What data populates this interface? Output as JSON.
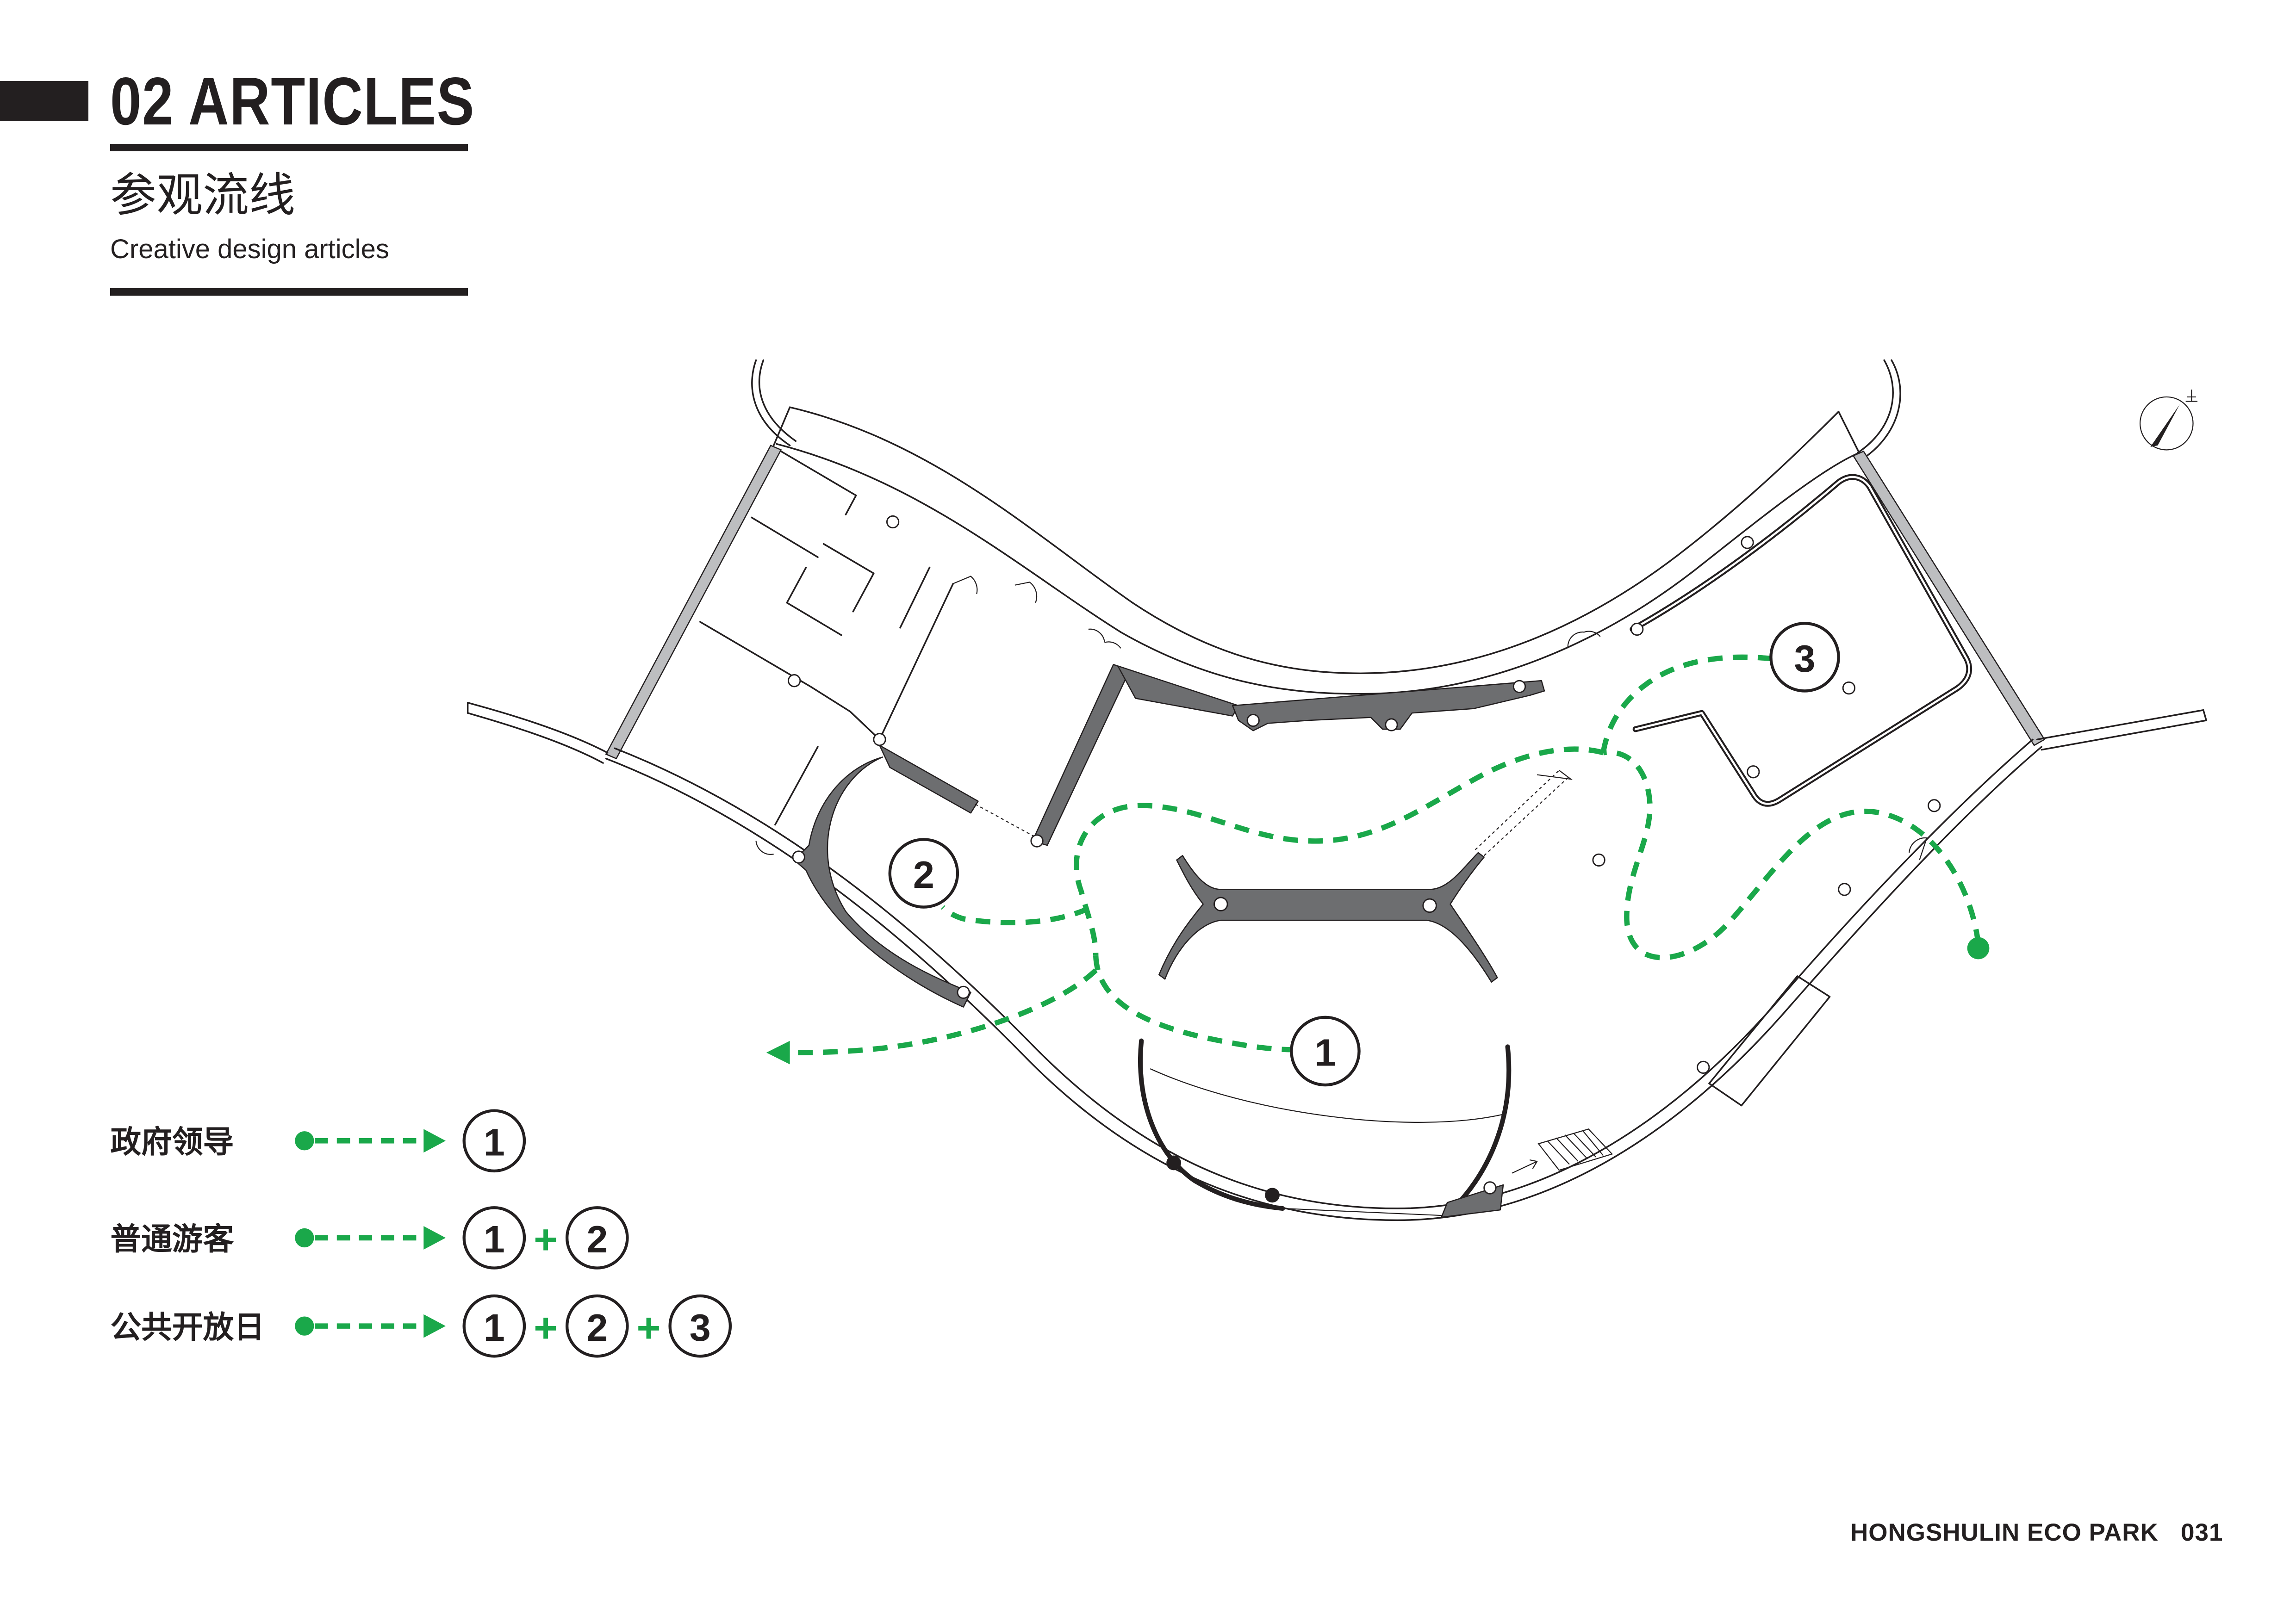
{
  "header": {
    "title": "02 ARTICLES",
    "subtitle_cn": "参观流线",
    "subtitle_en": "Creative design articles"
  },
  "plan": {
    "stops": [
      "1",
      "2",
      "3"
    ]
  },
  "legend": {
    "joiner": "+",
    "rows": [
      {
        "label": "政府领导",
        "stops": [
          "1"
        ]
      },
      {
        "label": "普通游客",
        "stops": [
          "1",
          "2"
        ]
      },
      {
        "label": "公共开放日",
        "stops": [
          "1",
          "2",
          "3"
        ]
      }
    ]
  },
  "footer": {
    "project": "HONGSHULIN ECO PARK",
    "page": "031"
  },
  "colors": {
    "route": "#1aa84a",
    "ink": "#231f20",
    "wall": "#6d6e70"
  }
}
